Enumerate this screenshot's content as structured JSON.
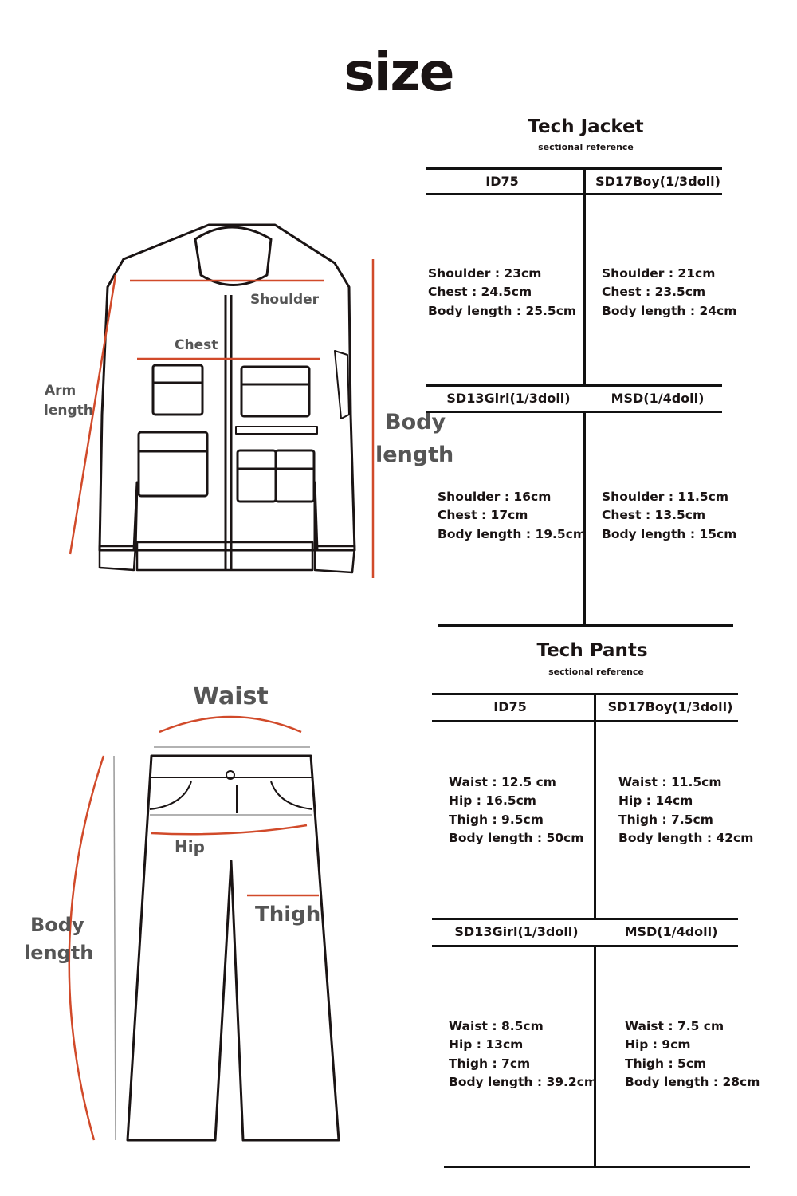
{
  "title": "size",
  "colors": {
    "measure_line": "#d14a2a",
    "ink": "#1a1414",
    "label": "#555555"
  },
  "jacket": {
    "title": "Tech Jacket",
    "subtitle": "sectional reference",
    "labels": {
      "shoulder": "Shoulder",
      "chest": "Chest",
      "arm_1": "Arm",
      "arm_2": "length",
      "body_1": "Body",
      "body_2": "length"
    },
    "sizes": [
      {
        "name": "ID75",
        "lines": [
          "Shoulder : 23cm",
          "Chest :  24.5cm",
          "Body length : 25.5cm"
        ]
      },
      {
        "name": "SD17Boy(1/3doll)",
        "lines": [
          "Shoulder : 21cm",
          "Chest :  23.5cm",
          "Body length : 24cm"
        ]
      },
      {
        "name": "SD13Girl(1/3doll)",
        "lines": [
          "Shoulder : 16cm",
          "Chest :  17cm",
          "Body length : 19.5cm"
        ]
      },
      {
        "name": "MSD(1/4doll)",
        "lines": [
          "Shoulder : 11.5cm",
          "Chest :  13.5cm",
          "Body length : 15cm"
        ]
      }
    ]
  },
  "pants": {
    "title": "Tech Pants",
    "subtitle": "sectional reference",
    "labels": {
      "waist": "Waist",
      "hip": "Hip",
      "thigh": "Thigh",
      "body_1": "Body",
      "body_2": "length"
    },
    "sizes": [
      {
        "name": "ID75",
        "lines": [
          "Waist : 12.5 cm",
          "Hip : 16.5cm",
          "Thigh :  9.5cm",
          "Body length : 50cm"
        ]
      },
      {
        "name": "SD17Boy(1/3doll)",
        "lines": [
          "Waist : 11.5cm",
          "Hip : 14cm",
          "Thigh : 7.5cm",
          "Body length : 42cm"
        ]
      },
      {
        "name": "SD13Girl(1/3doll)",
        "lines": [
          "Waist : 8.5cm",
          "Hip : 13cm",
          "Thigh : 7cm",
          "Body length : 39.2cm"
        ]
      },
      {
        "name": "MSD(1/4doll)",
        "lines": [
          "Waist : 7.5 cm",
          "Hip : 9cm",
          "Thigh : 5cm",
          "Body length : 28cm"
        ]
      }
    ]
  }
}
